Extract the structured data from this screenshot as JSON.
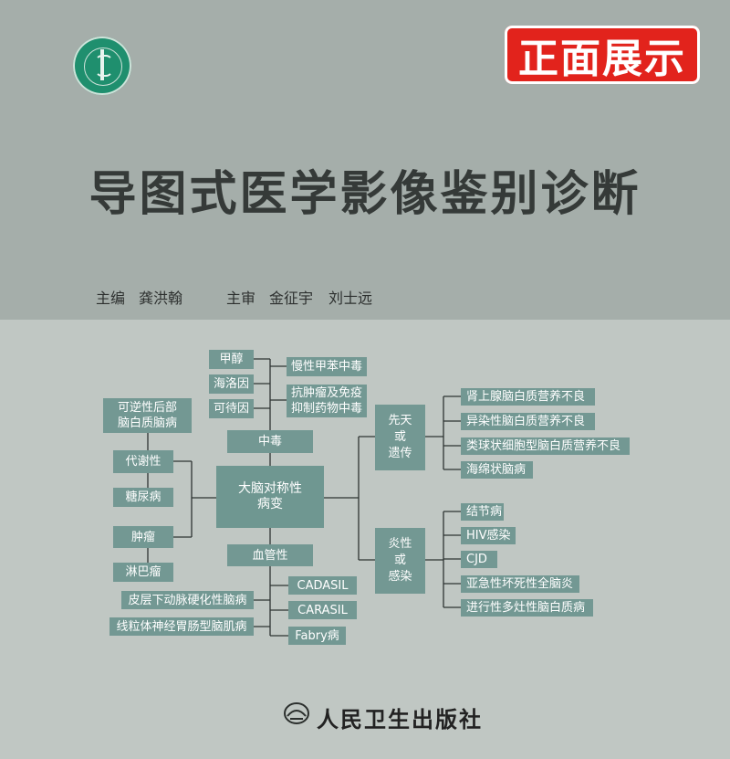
{
  "badge": "正面展示",
  "book_title": "导图式医学影像鉴别诊断",
  "credits": {
    "editor_label": "主编",
    "editor": "龚洪翰",
    "reviewer_label": "主审",
    "reviewer1": "金征宇",
    "reviewer2": "刘士远"
  },
  "mindmap": {
    "center": "大脑对称性\n病变",
    "toxic": {
      "label": "中毒",
      "items": [
        "甲醇",
        "海洛因",
        "可待因"
      ],
      "results": [
        "慢性甲苯中毒",
        "抗肿瘤及免疫\n抑制药物中毒"
      ]
    },
    "left": {
      "reversible": "可逆性后部\n脑白质脑病",
      "metabolic": "代谢性",
      "diabetes": "糖尿病",
      "tumor": "肿瘤",
      "lymphoma": "淋巴瘤"
    },
    "vascular": {
      "label": "血管性",
      "left_items": [
        "皮层下动脉硬化性脑病",
        "线粒体神经胃肠型脑肌病"
      ],
      "right_items": [
        "CADASIL",
        "CARASIL",
        "Fabry病"
      ]
    },
    "congenital": {
      "label": "先天\n或\n遗传",
      "items": [
        "肾上腺脑白质营养不良",
        "异染性脑白质营养不良",
        "类球状细胞型脑白质营养不良",
        "海绵状脑病"
      ]
    },
    "inflammatory": {
      "label": "炎性\n或\n感染",
      "items": [
        "结节病",
        "HIV感染",
        "CJD",
        "亚急性坏死性全脑炎",
        "进行性多灶性脑白质病"
      ]
    }
  },
  "publisher": "人民卫生出版社",
  "colors": {
    "top_bg": "#a5aeaa",
    "bottom_bg": "#c0c7c3",
    "box": "#739893",
    "badge": "#e2231c",
    "seal": "#1f8f6e"
  }
}
